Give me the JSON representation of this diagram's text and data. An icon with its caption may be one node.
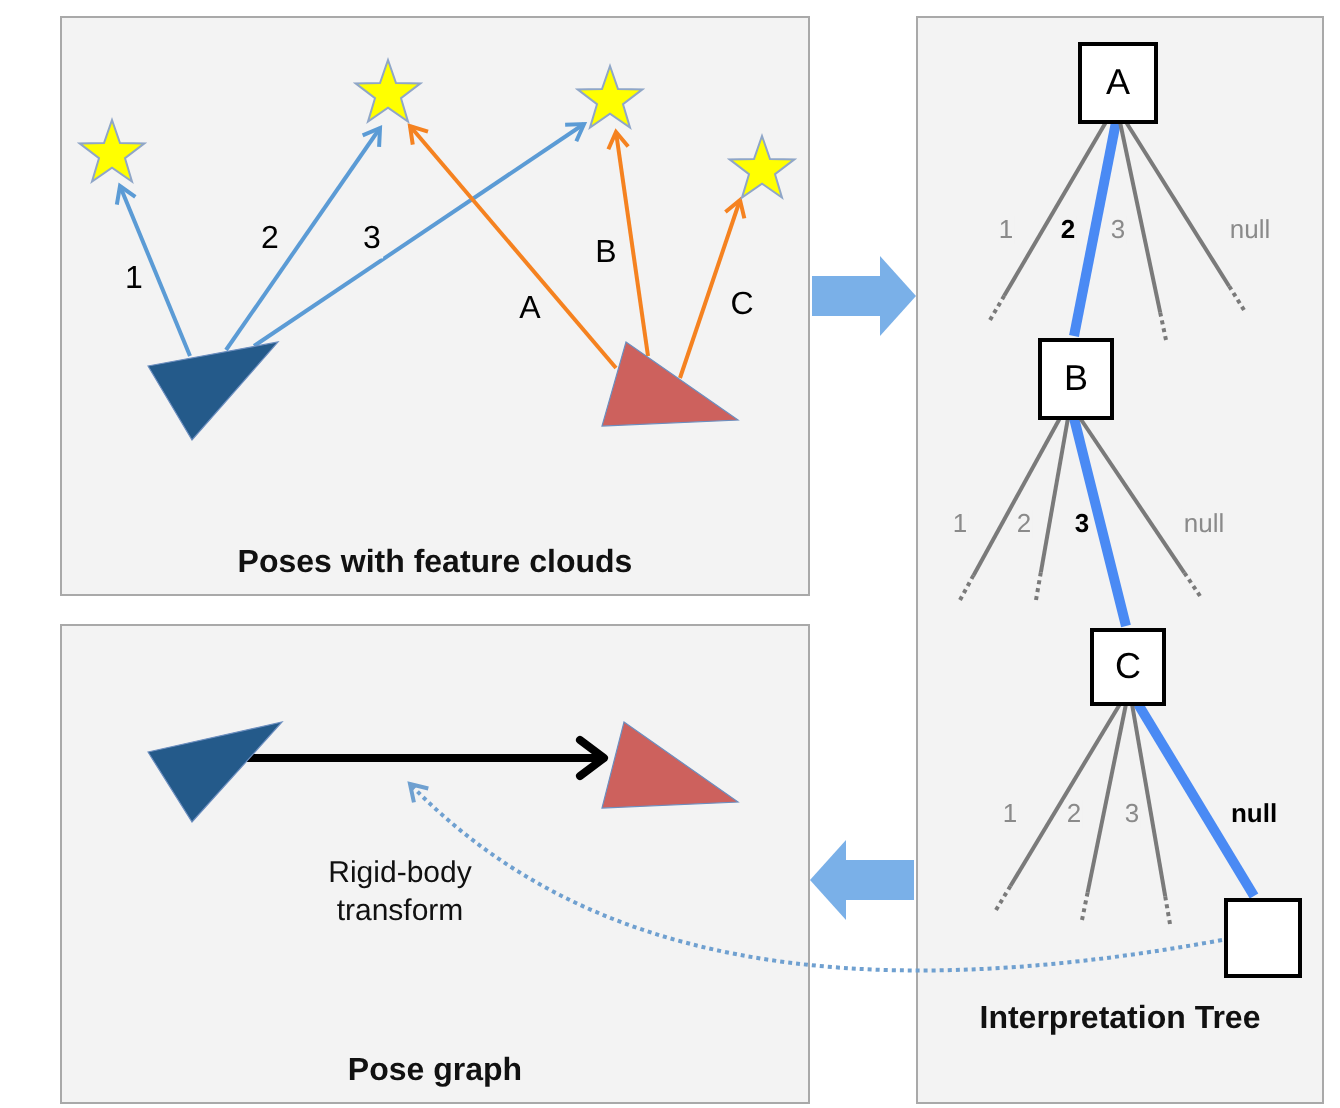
{
  "diagram": {
    "nodes": [
      {
        "text": [
          "Poses with feature clouds"
        ]
      },
      {
        "text": [],
        "shape": "triangle",
        "in": 0
      },
      {
        "text": [],
        "shape": "triangle",
        "in": 0
      },
      {
        "text": [],
        "shape": "star",
        "in": 0
      },
      {
        "text": [],
        "shape": "star",
        "in": 0
      },
      {
        "text": [],
        "shape": "star",
        "in": 0
      },
      {
        "text": [],
        "shape": "star",
        "in": 0
      },
      {
        "text": [
          "Interpretation Tree"
        ]
      },
      {
        "text": [
          "A"
        ],
        "in": 7
      },
      {
        "text": [
          "B"
        ],
        "in": 7
      },
      {
        "text": [
          "C"
        ],
        "in": 7
      },
      {
        "text": [],
        "shape": "box",
        "in": 7
      },
      {
        "text": [
          "Pose graph"
        ]
      },
      {
        "text": [],
        "shape": "triangle",
        "in": 12
      },
      {
        "text": [],
        "shape": "triangle",
        "in": 12
      }
    ],
    "edges": [
      {
        "from": 1,
        "to": 3,
        "arrow": "to",
        "label": "1",
        "color": "#5b9bd5"
      },
      {
        "from": 1,
        "to": 4,
        "arrow": "to",
        "label": "2",
        "color": "#5b9bd5"
      },
      {
        "from": 1,
        "to": 5,
        "arrow": "to",
        "label": "3",
        "color": "#5b9bd5"
      },
      {
        "from": 2,
        "to": 4,
        "arrow": "to",
        "label": "A",
        "color": "#f58220"
      },
      {
        "from": 2,
        "to": 5,
        "arrow": "to",
        "label": "B",
        "color": "#f58220"
      },
      {
        "from": 2,
        "to": 6,
        "arrow": "to",
        "label": "C",
        "color": "#f58220"
      },
      {
        "from": 8,
        "to": 9,
        "arrow": "none",
        "label": "2",
        "style": "thick",
        "color": "#4a8af4"
      },
      {
        "from": 8,
        "to": null,
        "arrow": "none",
        "label": "1"
      },
      {
        "from": 8,
        "to": null,
        "arrow": "none",
        "label": "3"
      },
      {
        "from": 8,
        "to": null,
        "arrow": "none",
        "label": "null"
      },
      {
        "from": 9,
        "to": 10,
        "arrow": "none",
        "label": "3",
        "style": "thick",
        "color": "#4a8af4"
      },
      {
        "from": 9,
        "to": null,
        "arrow": "none",
        "label": "1"
      },
      {
        "from": 9,
        "to": null,
        "arrow": "none",
        "label": "2"
      },
      {
        "from": 9,
        "to": null,
        "arrow": "none",
        "label": "null"
      },
      {
        "from": 10,
        "to": 11,
        "arrow": "none",
        "label": "null",
        "style": "thick",
        "color": "#4a8af4"
      },
      {
        "from": 10,
        "to": null,
        "arrow": "none",
        "label": "1"
      },
      {
        "from": 10,
        "to": null,
        "arrow": "none",
        "label": "2"
      },
      {
        "from": 10,
        "to": null,
        "arrow": "none",
        "label": "3"
      },
      {
        "from": 13,
        "to": 14,
        "arrow": "to",
        "style": "thick",
        "color": "#000000"
      },
      {
        "from": 11,
        "to": null,
        "arrow": "to",
        "style": "dashed",
        "color": "#6fa0d0"
      },
      {
        "from": 0,
        "to": 7,
        "arrow": "to",
        "style": "thick",
        "color": "#7ab0e8"
      },
      {
        "from": 7,
        "to": 12,
        "arrow": "to",
        "style": "thick",
        "color": "#7ab0e8"
      }
    ],
    "labels": [
      "Rigid-body transform"
    ]
  }
}
